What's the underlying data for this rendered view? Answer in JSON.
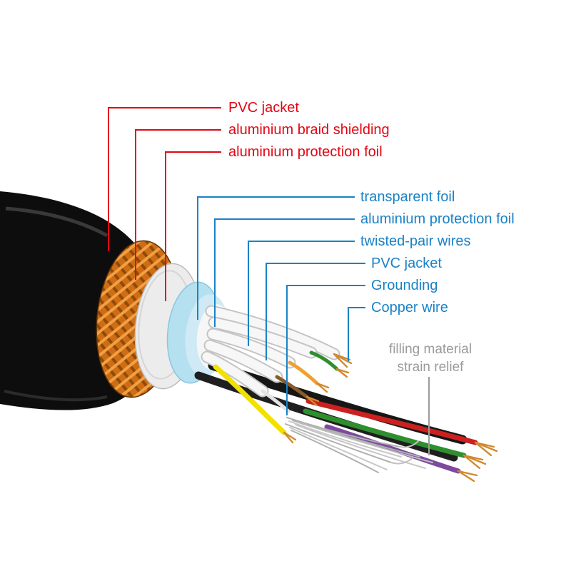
{
  "labels": {
    "outer": [
      {
        "text": "PVC jacket"
      },
      {
        "text": "aluminium braid shielding"
      },
      {
        "text": "aluminium protection foil"
      }
    ],
    "inner": [
      {
        "text": "transparent foil"
      },
      {
        "text": "aluminium protection foil"
      },
      {
        "text": "twisted-pair wires"
      },
      {
        "text": "PVC jacket"
      },
      {
        "text": "Grounding"
      },
      {
        "text": "Copper wire"
      }
    ],
    "muted": [
      {
        "text": "filling material"
      },
      {
        "text": "strain relief"
      }
    ]
  },
  "colors": {
    "outer_label": "#e30613",
    "inner_label": "#1b82c5",
    "muted_label": "#9b9b9b",
    "jacket": "#0d0d0d",
    "braid_copper": "#cf6d15",
    "protection_foil": "#ececec",
    "transparent_foil": "#b5e0f0",
    "wire_pvc_white": "#f7f7f7",
    "copper": "#d08a2e",
    "grounding_silver": "#b8b8b8",
    "wire_red": "#cc2020",
    "wire_green": "#2f8f2f",
    "wire_purple": "#7c4a9e",
    "wire_yellow": "#f2e000",
    "wire_brown": "#8a5a2a",
    "wire_orange": "#f0a030"
  }
}
